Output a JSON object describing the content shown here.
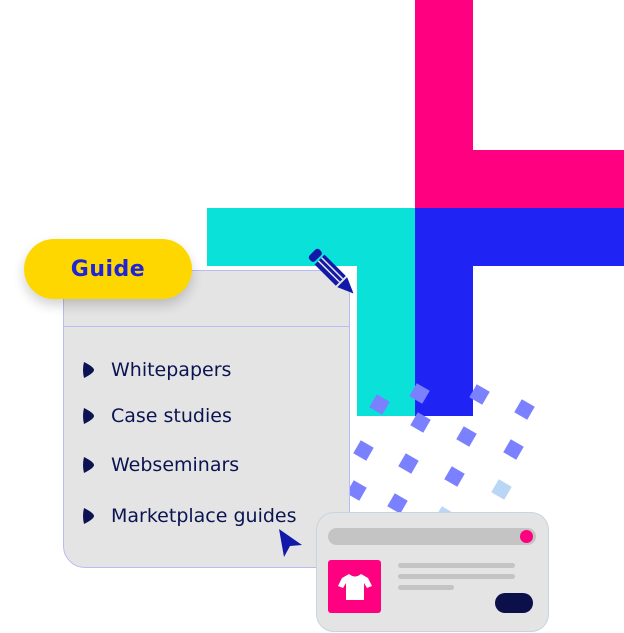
{
  "colors": {
    "pink": "#ff0080",
    "blue": "#1f24f5",
    "teal": "#0ae1d9",
    "yellow": "#ffd700",
    "navy": "#0b1450",
    "diamond": "#7b80ff",
    "diamond_light": "#bad6f5",
    "panel_bg": "#e4e4e4"
  },
  "guide_badge": {
    "label": "Guide"
  },
  "guide_list": {
    "items": [
      {
        "label": "Whitepapers"
      },
      {
        "label": "Case studies"
      },
      {
        "label": "Webseminars"
      },
      {
        "label": "Marketplace guides"
      }
    ]
  },
  "icons": {
    "edit": "pencil-icon",
    "cursor": "mouse-pointer-icon",
    "product": "tshirt-icon",
    "bullet": "diamond-bullet-icon"
  }
}
